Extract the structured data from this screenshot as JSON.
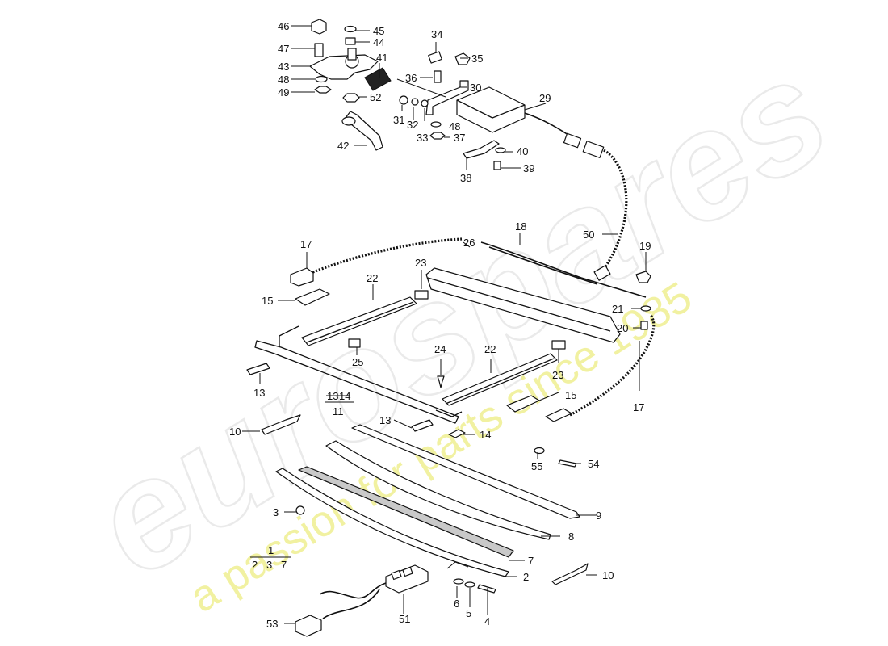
{
  "watermark": {
    "brand": "eurospares",
    "tagline": "a passion for parts since 1985"
  },
  "callouts": {
    "c1": "1",
    "c2": "2",
    "c3": "3",
    "c4": "4",
    "c5": "5",
    "c6": "6",
    "c7": "7",
    "c8": "8",
    "c9": "9",
    "c10a": "10",
    "c10b": "10",
    "c11": "11",
    "c13a": "13",
    "c13b": "13",
    "c14": "14",
    "c15a": "15",
    "c15b": "15",
    "c17a": "17",
    "c17b": "17",
    "c18": "18",
    "c19": "19",
    "c20": "20",
    "c21": "21",
    "c22a": "22",
    "c22b": "22",
    "c23a": "23",
    "c23b": "23",
    "c24": "24",
    "c25": "25",
    "c26": "26",
    "c29": "29",
    "c30": "30",
    "c31": "31",
    "c32": "32",
    "c33": "33",
    "c34": "34",
    "c35": "35",
    "c36": "36",
    "c37": "37",
    "c38": "38",
    "c39": "39",
    "c40": "40",
    "c41": "41",
    "c42": "42",
    "c43": "43",
    "c44": "44",
    "c45": "45",
    "c46": "46",
    "c47": "47",
    "c48a": "48",
    "c48b": "48",
    "c49": "49",
    "c50": "50",
    "c51": "51",
    "c52": "52",
    "c53": "53",
    "c54": "54",
    "c55": "55"
  },
  "groups": {
    "g1": {
      "top": "1",
      "subs": [
        "2",
        "3",
        "7"
      ]
    },
    "g11": {
      "top": "11",
      "subs": [
        "13",
        "14"
      ]
    }
  }
}
